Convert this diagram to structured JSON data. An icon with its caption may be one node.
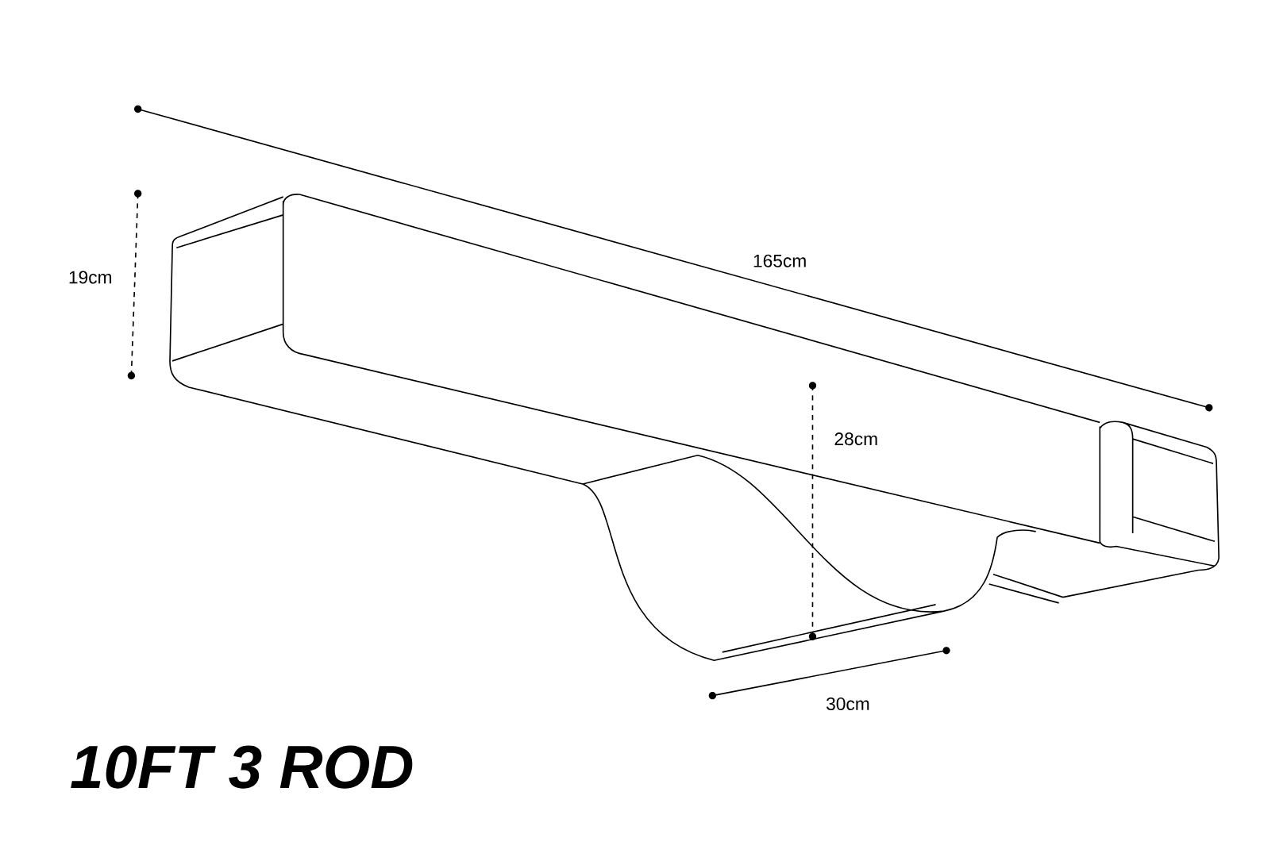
{
  "diagram": {
    "title": "10FT 3 ROD",
    "labels": [
      "165cm",
      "19cm",
      "28cm",
      "30cm"
    ]
  }
}
